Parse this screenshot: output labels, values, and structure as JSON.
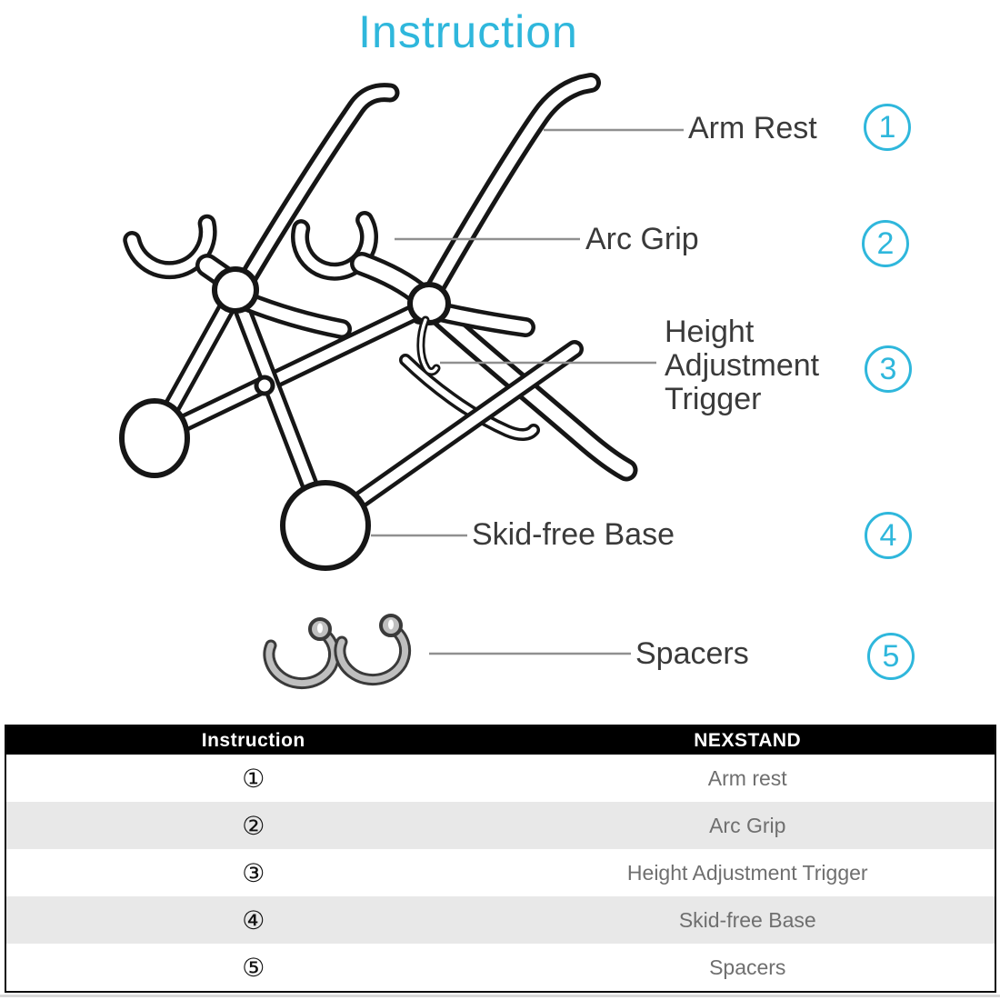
{
  "title": "Instruction",
  "colors": {
    "accent_cyan": "#2fb7dc",
    "drawing_line": "#161616",
    "leader_line": "#909090",
    "label_text": "#3a3a3a",
    "table_header_bg": "#000000",
    "table_header_text": "#ffffff",
    "table_alt_row": "#e8e8e8",
    "table_name_text": "#6f6f6f"
  },
  "diagram": {
    "labels": [
      {
        "id": "arm-rest",
        "text": "Arm Rest",
        "badge": "1"
      },
      {
        "id": "arc-grip",
        "text": "Arc Grip",
        "badge": "2"
      },
      {
        "id": "height-adjustment-trigger",
        "text": "Height\nAdjustment\nTrigger",
        "badge": "3"
      },
      {
        "id": "skid-free-base",
        "text": "Skid-free Base",
        "badge": "4"
      },
      {
        "id": "spacers",
        "text": "Spacers",
        "badge": "5"
      }
    ]
  },
  "table": {
    "headers": [
      "Instruction",
      "NEXSTAND"
    ],
    "rows": [
      {
        "num": "①",
        "name": "Arm rest"
      },
      {
        "num": "②",
        "name": "Arc Grip"
      },
      {
        "num": "③",
        "name": "Height Adjustment Trigger"
      },
      {
        "num": "④",
        "name": "Skid-free Base"
      },
      {
        "num": "⑤",
        "name": "Spacers"
      }
    ]
  }
}
